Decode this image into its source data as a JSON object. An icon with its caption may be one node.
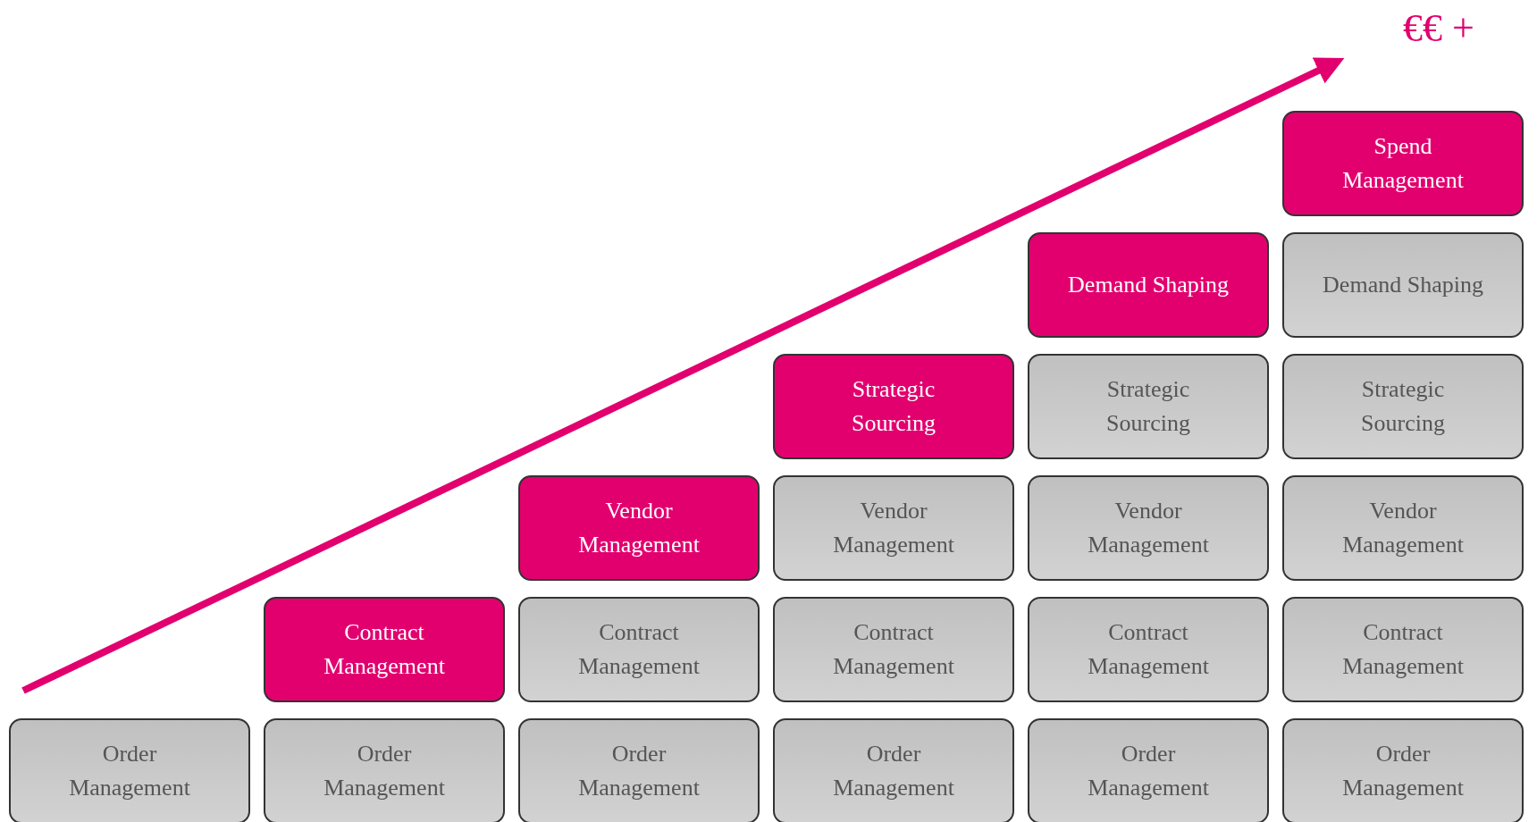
{
  "diagram": {
    "nodes": [
      {
        "text": [
          "Spend Management"
        ]
      },
      {
        "text": [
          "Demand Shaping"
        ]
      },
      {
        "text": [
          "Demand Shaping"
        ]
      },
      {
        "text": [
          "Strategic Sourcing"
        ]
      },
      {
        "text": [
          "Strategic Sourcing"
        ]
      },
      {
        "text": [
          "Strategic Sourcing"
        ]
      },
      {
        "text": [
          "Vendor Management"
        ]
      },
      {
        "text": [
          "Vendor Management"
        ]
      },
      {
        "text": [
          "Vendor Management"
        ]
      },
      {
        "text": [
          "Vendor Management"
        ]
      },
      {
        "text": [
          "Contract Management"
        ]
      },
      {
        "text": [
          "Contract Management"
        ]
      },
      {
        "text": [
          "Contract Management"
        ]
      },
      {
        "text": [
          "Contract Management"
        ]
      },
      {
        "text": [
          "Contract Management"
        ]
      },
      {
        "text": [
          "Order Management"
        ]
      },
      {
        "text": [
          "Order Management"
        ]
      },
      {
        "text": [
          "Order Management"
        ]
      },
      {
        "text": [
          "Order Management"
        ]
      },
      {
        "text": [
          "Order Management"
        ]
      },
      {
        "text": [
          "Order Management"
        ]
      }
    ],
    "edges": [],
    "labels": [
      "€€ +"
    ]
  }
}
